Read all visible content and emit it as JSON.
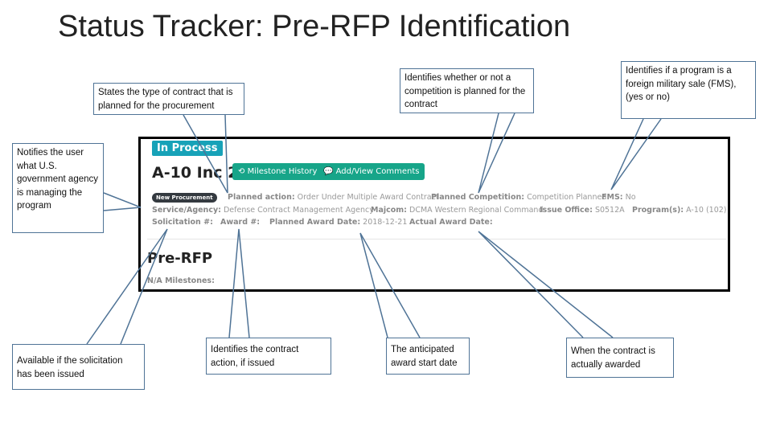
{
  "title": "Status Tracker: Pre-RFP Identification",
  "tracker": {
    "status": "In Process",
    "program_name": "A-10 Inc 2",
    "buttons": {
      "history": "Milestone History",
      "comments": "Add/View Comments"
    },
    "tag": "New Procurement",
    "fields": {
      "planned_action_label": "Planned action:",
      "planned_action": "Order Under Multiple Award Contract",
      "planned_competition_label": "Planned Competition:",
      "planned_competition": "Competition Planned",
      "fms_label": "FMS:",
      "fms": "No",
      "service_label": "Service/Agency:",
      "service": "Defense Contract Management Agency",
      "majcom_label": "Majcom:",
      "majcom": "DCMA Western Regional Command",
      "issue_office_label": "Issue Office:",
      "issue_office": "S0512A",
      "programs_label": "Program(s):",
      "programs": "A-10 (102)",
      "solicitation_label": "Solicitation #:",
      "award_label": "Award #:",
      "planned_award_date_label": "Planned Award Date:",
      "planned_award_date": "2018-12-21",
      "actual_award_date_label": "Actual Award Date:"
    },
    "phase": "Pre-RFP",
    "milestones": "N/A Milestones:"
  },
  "callouts": {
    "contract_type": "States the type of contract that is planned for the procurement",
    "competition": "Identifies whether or not a competition is planned for the contract",
    "fms": "Identifies if a program is a foreign military sale (FMS), (yes or no)",
    "agency": "Notifies the user what U.S. government agency is managing the program",
    "solicitation": "Available if the solicitation has been issued",
    "award": "Identifies the contract action, if issued",
    "planned_date": "The anticipated award start date",
    "actual_date": "When the contract is actually awarded"
  }
}
